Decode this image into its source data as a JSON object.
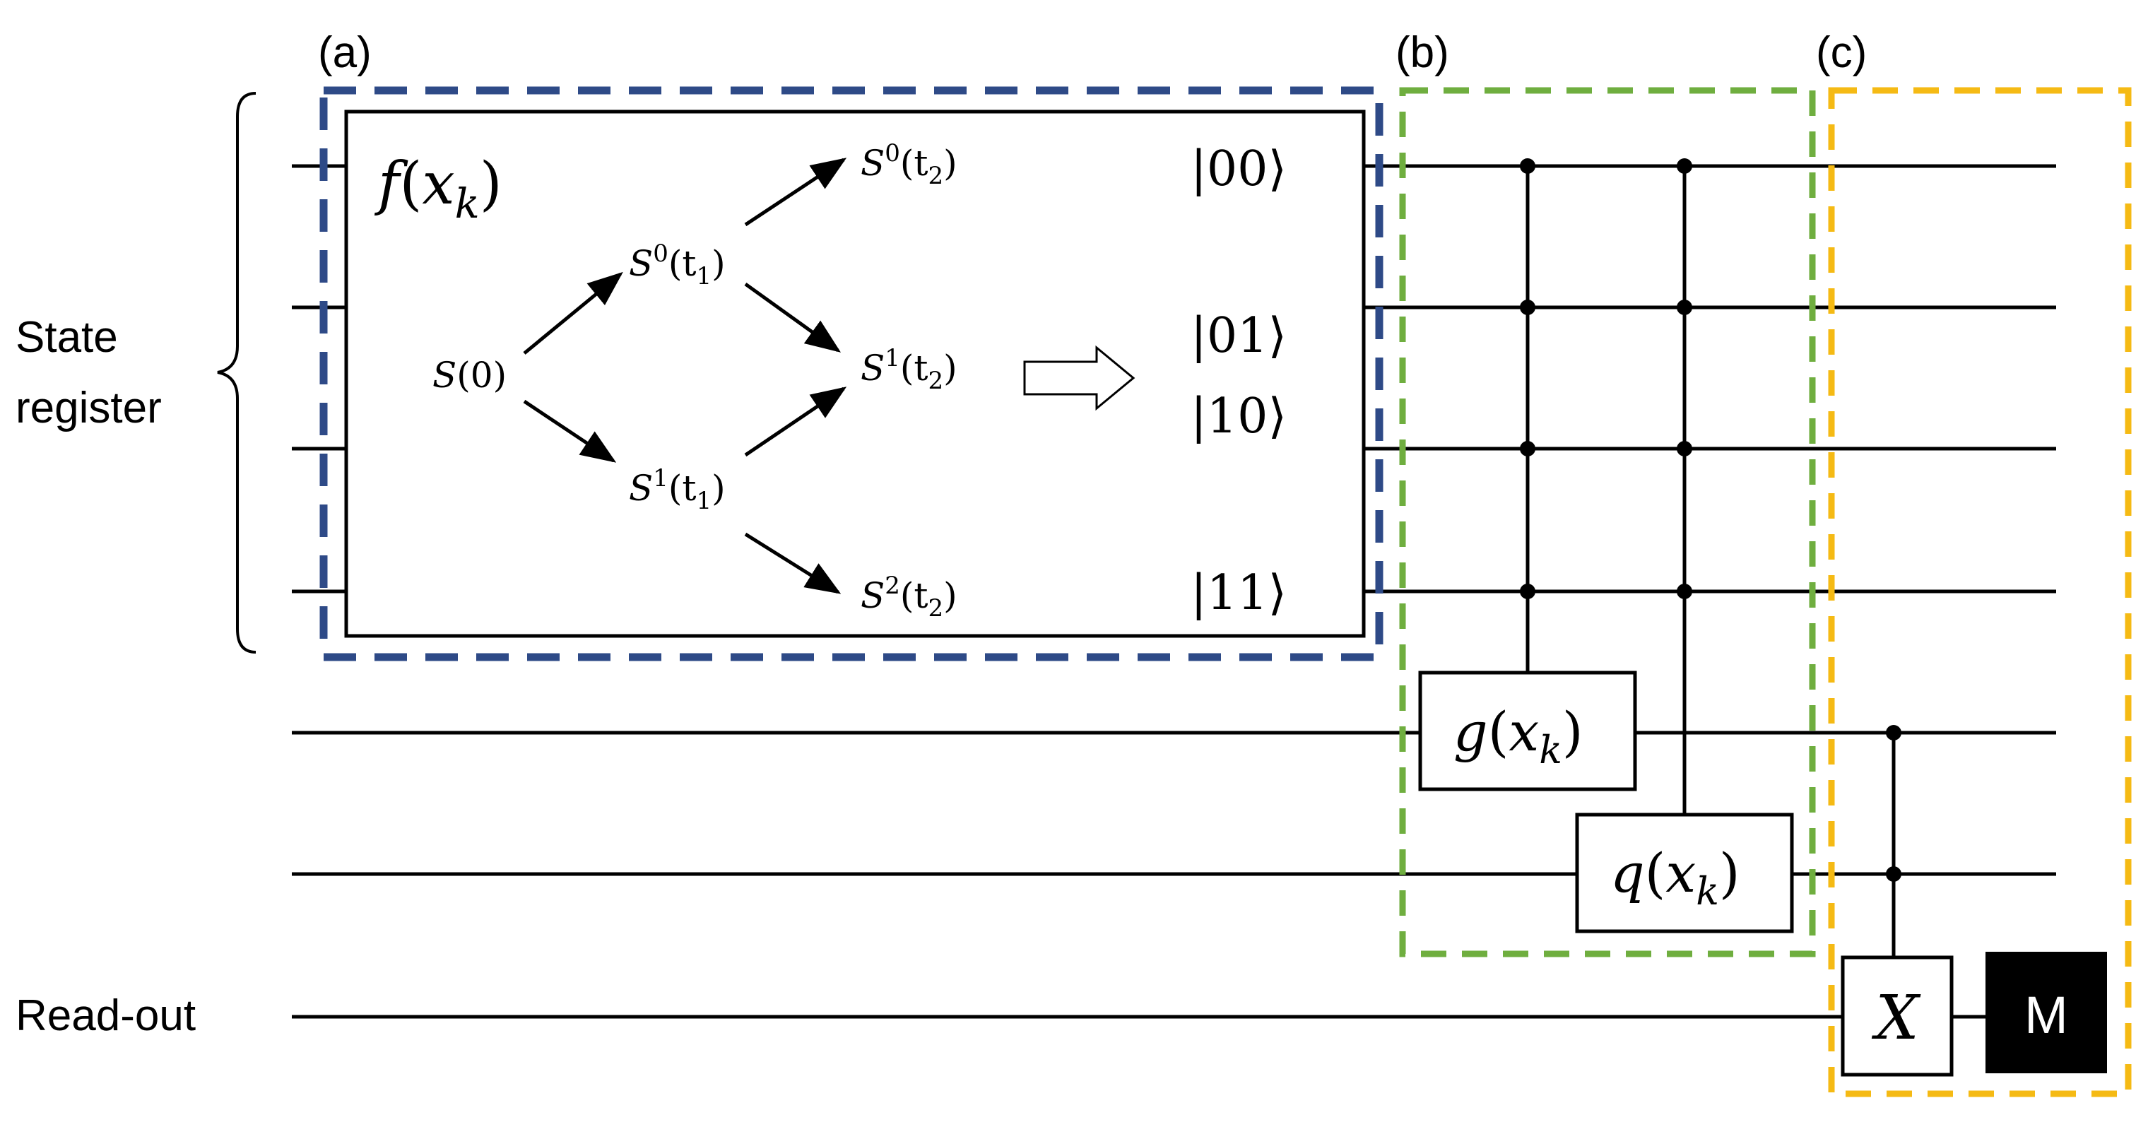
{
  "panels": {
    "a_label": "(a)",
    "b_label": "(b)",
    "c_label": "(c)"
  },
  "registers": {
    "state_label_line1": "State",
    "state_label_line2": "register",
    "readout_label": "Read-out"
  },
  "block_a": {
    "function_name": "f",
    "function_arg": "x",
    "function_sub": "k",
    "tree": {
      "root": {
        "name": "S",
        "arg": "(0)"
      },
      "t1_upper": {
        "name": "S",
        "sup": "0",
        "arg": "(t",
        "sub": "1",
        "close": ")"
      },
      "t1_lower": {
        "name": "S",
        "sup": "1",
        "arg": "(t",
        "sub": "1",
        "close": ")"
      },
      "t2_top": {
        "name": "S",
        "sup": "0",
        "arg": "(t",
        "sub": "2",
        "close": ")"
      },
      "t2_mid": {
        "name": "S",
        "sup": "1",
        "arg": "(t",
        "sub": "2",
        "close": ")"
      },
      "t2_bot": {
        "name": "S",
        "sup": "2",
        "arg": "(t",
        "sub": "2",
        "close": ")"
      }
    },
    "kets": [
      "|00⟩",
      "|01⟩",
      "|10⟩",
      "|11⟩"
    ]
  },
  "block_b": {
    "gate_g": {
      "name": "g",
      "arg": "x",
      "sub": "k"
    },
    "gate_q": {
      "name": "q",
      "arg": "x",
      "sub": "k"
    }
  },
  "block_c": {
    "gate_x": "X",
    "measure": "M"
  },
  "colors": {
    "block_a_border": "#2E4A87",
    "block_b_border": "#6FAE3F",
    "block_c_border": "#F5BA14",
    "measure_fill": "#000000",
    "measure_text": "#ffffff",
    "wire": "#000000"
  }
}
